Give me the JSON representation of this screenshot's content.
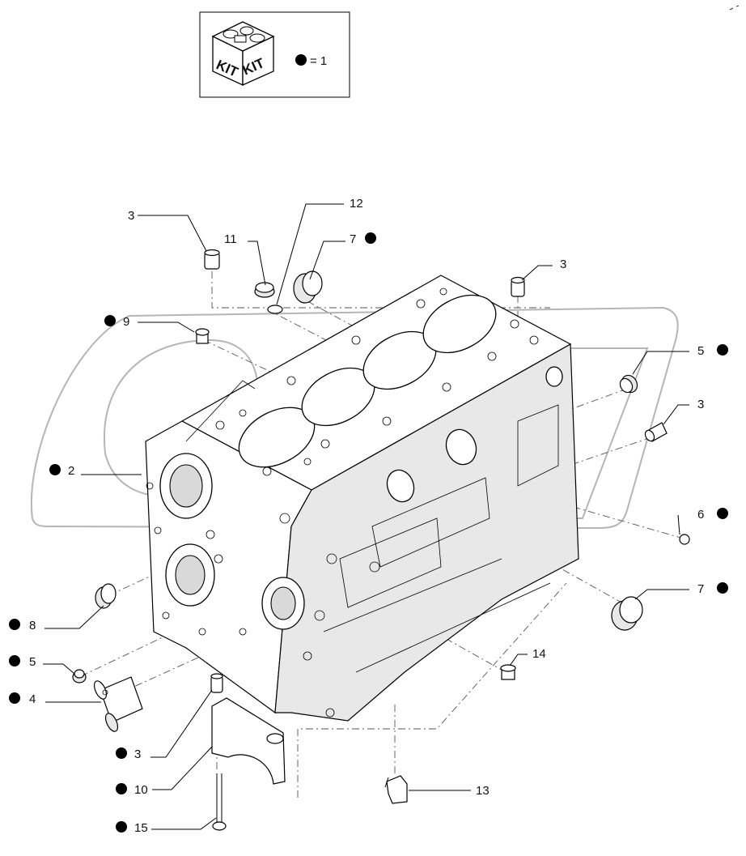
{
  "kit_legend": {
    "kit_text_left": "KIT",
    "kit_text_right": "KIT",
    "equals_text": "= 1"
  },
  "callouts": [
    {
      "id": "c3a",
      "text": "3",
      "dot": false
    },
    {
      "id": "c11",
      "text": "11",
      "dot": false
    },
    {
      "id": "c12",
      "text": "12",
      "dot": false
    },
    {
      "id": "c7a",
      "text": "7",
      "dot": true
    },
    {
      "id": "c3b",
      "text": "3",
      "dot": false
    },
    {
      "id": "c9",
      "text": "9",
      "dot": true
    },
    {
      "id": "c5a",
      "text": "5",
      "dot": true
    },
    {
      "id": "c3c",
      "text": "3",
      "dot": false
    },
    {
      "id": "c2",
      "text": "2",
      "dot": true
    },
    {
      "id": "c6",
      "text": "6",
      "dot": true
    },
    {
      "id": "c7b",
      "text": "7",
      "dot": true
    },
    {
      "id": "c8",
      "text": "8",
      "dot": true
    },
    {
      "id": "c5b",
      "text": "5",
      "dot": true
    },
    {
      "id": "c14",
      "text": "14",
      "dot": false
    },
    {
      "id": "c4",
      "text": "4",
      "dot": true
    },
    {
      "id": "c3d",
      "text": "3",
      "dot": true
    },
    {
      "id": "c10",
      "text": "10",
      "dot": true
    },
    {
      "id": "c13",
      "text": "13",
      "dot": false
    },
    {
      "id": "c15",
      "text": "15",
      "dot": true
    }
  ],
  "colors": {
    "ink": "#111111",
    "watermark": "#b5b5b5",
    "background": "#ffffff"
  }
}
